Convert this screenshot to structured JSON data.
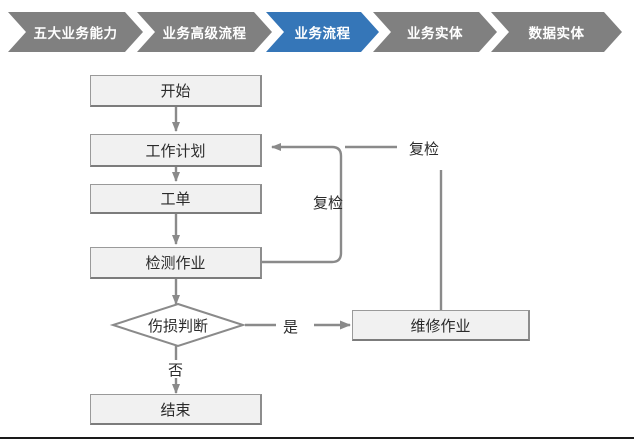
{
  "breadcrumb": {
    "items": [
      {
        "label": "五大业务能力",
        "active": false
      },
      {
        "label": "业务高级流程",
        "active": false
      },
      {
        "label": "业务流程",
        "active": true
      },
      {
        "label": "业务实体",
        "active": false
      },
      {
        "label": "数据实体",
        "active": false
      }
    ],
    "colors": {
      "inactive": "#808080",
      "active": "#3576b8",
      "text": "#ffffff"
    }
  },
  "flowchart": {
    "colors": {
      "node_fill": "#f1f1f1",
      "node_border": "#9a9a9a",
      "connector": "#8a8a8a",
      "text": "#2b2b2b",
      "diamond_fill": "#ffffff"
    },
    "nodes": {
      "start": "开始",
      "work_plan": "工作计划",
      "work_order": "工单",
      "inspection": "检测作业",
      "damage_decision": "伤损判断",
      "maintenance": "维修作业",
      "end": "结束"
    },
    "edge_labels": {
      "recheck_inner": "复检",
      "recheck_outer": "复检",
      "yes": "是",
      "no": "否"
    }
  }
}
